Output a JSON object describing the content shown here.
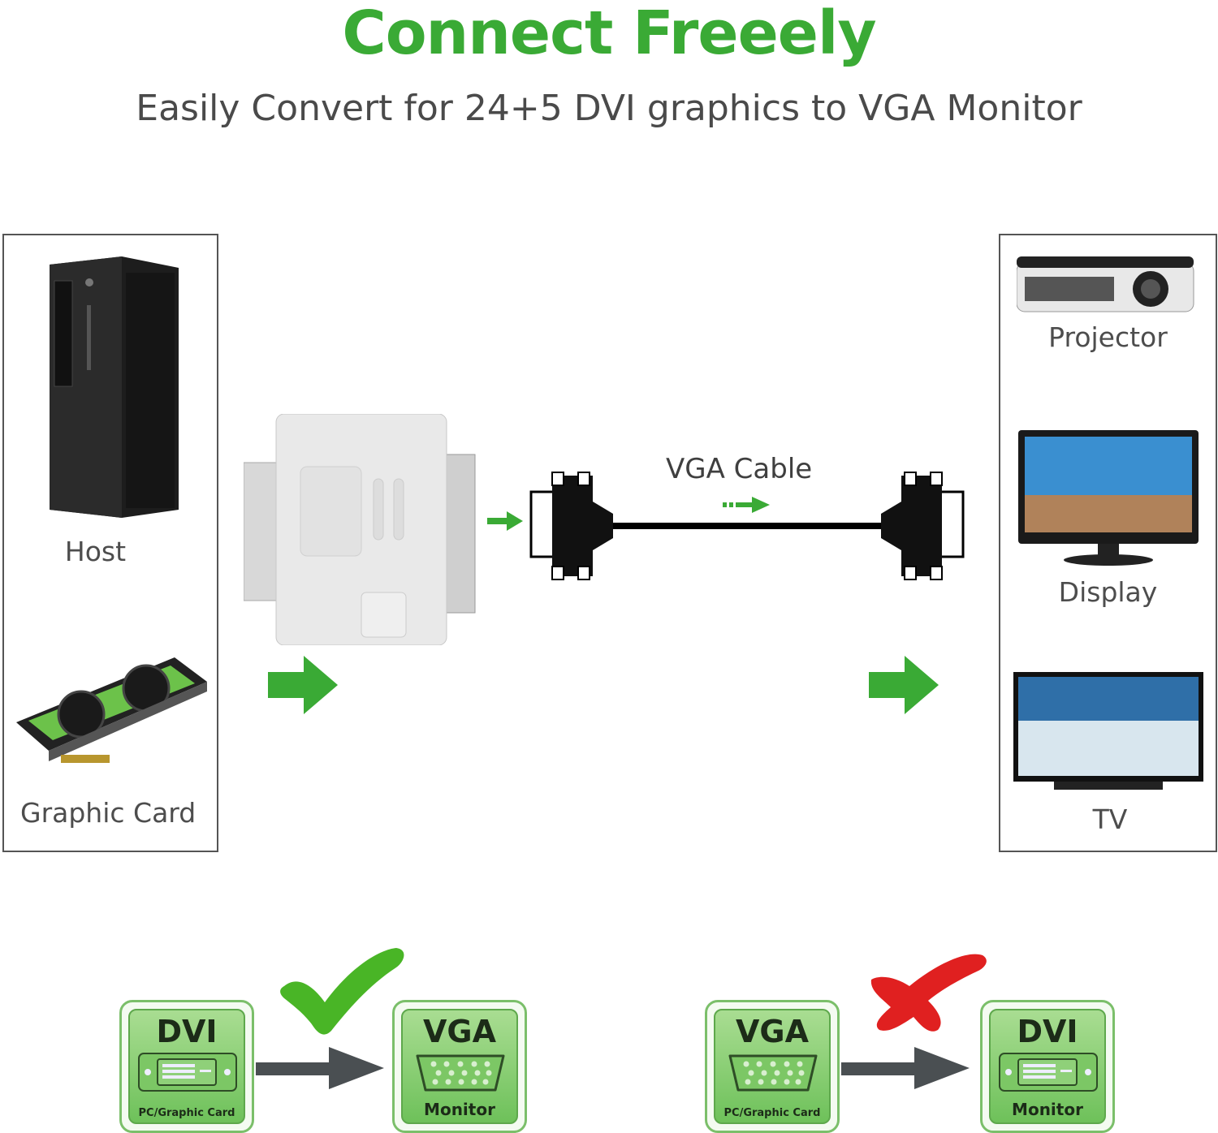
{
  "header": {
    "title": "Connect Freeely",
    "subtitle": "Easily Convert for 24+5 DVI graphics to VGA Monitor"
  },
  "colors": {
    "accent_green": "#3aaa35",
    "cross_red": "#e02020",
    "arrow_gray": "#4a4f52"
  },
  "source_panel": {
    "items": [
      {
        "label": "Host",
        "icon": "desktop-tower-icon"
      },
      {
        "label": "Graphic Card",
        "icon": "graphics-card-icon"
      }
    ]
  },
  "middle": {
    "adapter_icon": "dvi-to-vga-adapter-icon",
    "cable_label": "VGA Cable"
  },
  "target_panel": {
    "items": [
      {
        "label": "Projector",
        "icon": "projector-icon"
      },
      {
        "label": "Display",
        "icon": "monitor-icon"
      },
      {
        "label": "TV",
        "icon": "tv-icon"
      }
    ]
  },
  "compatibility": [
    {
      "status": "supported",
      "status_icon": "checkmark-icon",
      "from": {
        "title": "DVI",
        "sub": "PC/Graphic Card",
        "port": "dvi-port-icon"
      },
      "to": {
        "title": "VGA",
        "sub": "Monitor",
        "port": "vga-port-icon"
      }
    },
    {
      "status": "not-supported",
      "status_icon": "cross-icon",
      "from": {
        "title": "VGA",
        "sub": "PC/Graphic Card",
        "port": "vga-port-icon"
      },
      "to": {
        "title": "DVI",
        "sub": "Monitor",
        "port": "dvi-port-icon"
      }
    }
  ]
}
